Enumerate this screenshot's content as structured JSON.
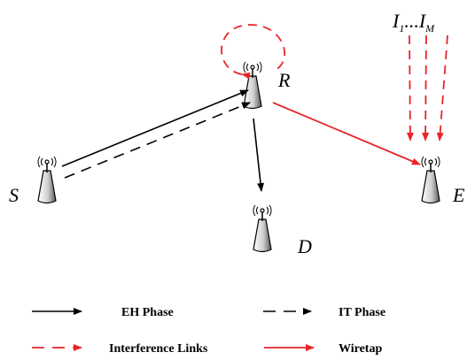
{
  "nodes": {
    "source": {
      "label": "S"
    },
    "relay": {
      "label": "R"
    },
    "destination": {
      "label": "D"
    },
    "eavesdropper": {
      "label": "E"
    },
    "interferers": {
      "label_main": "I",
      "sub1": "1",
      "dots": "...",
      "label_end": "I",
      "sub2": "M"
    }
  },
  "legend": {
    "eh_phase": "EH Phase",
    "it_phase": "IT Phase",
    "interference_links": "Interference Links",
    "wiretap": "Wiretap"
  },
  "colors": {
    "black": "#000000",
    "red": "#e8262a",
    "antenna_body_light": "#ffffff",
    "antenna_body_dark": "#6e6e6e"
  },
  "icons": {
    "antenna": "antenna-tower-icon"
  }
}
